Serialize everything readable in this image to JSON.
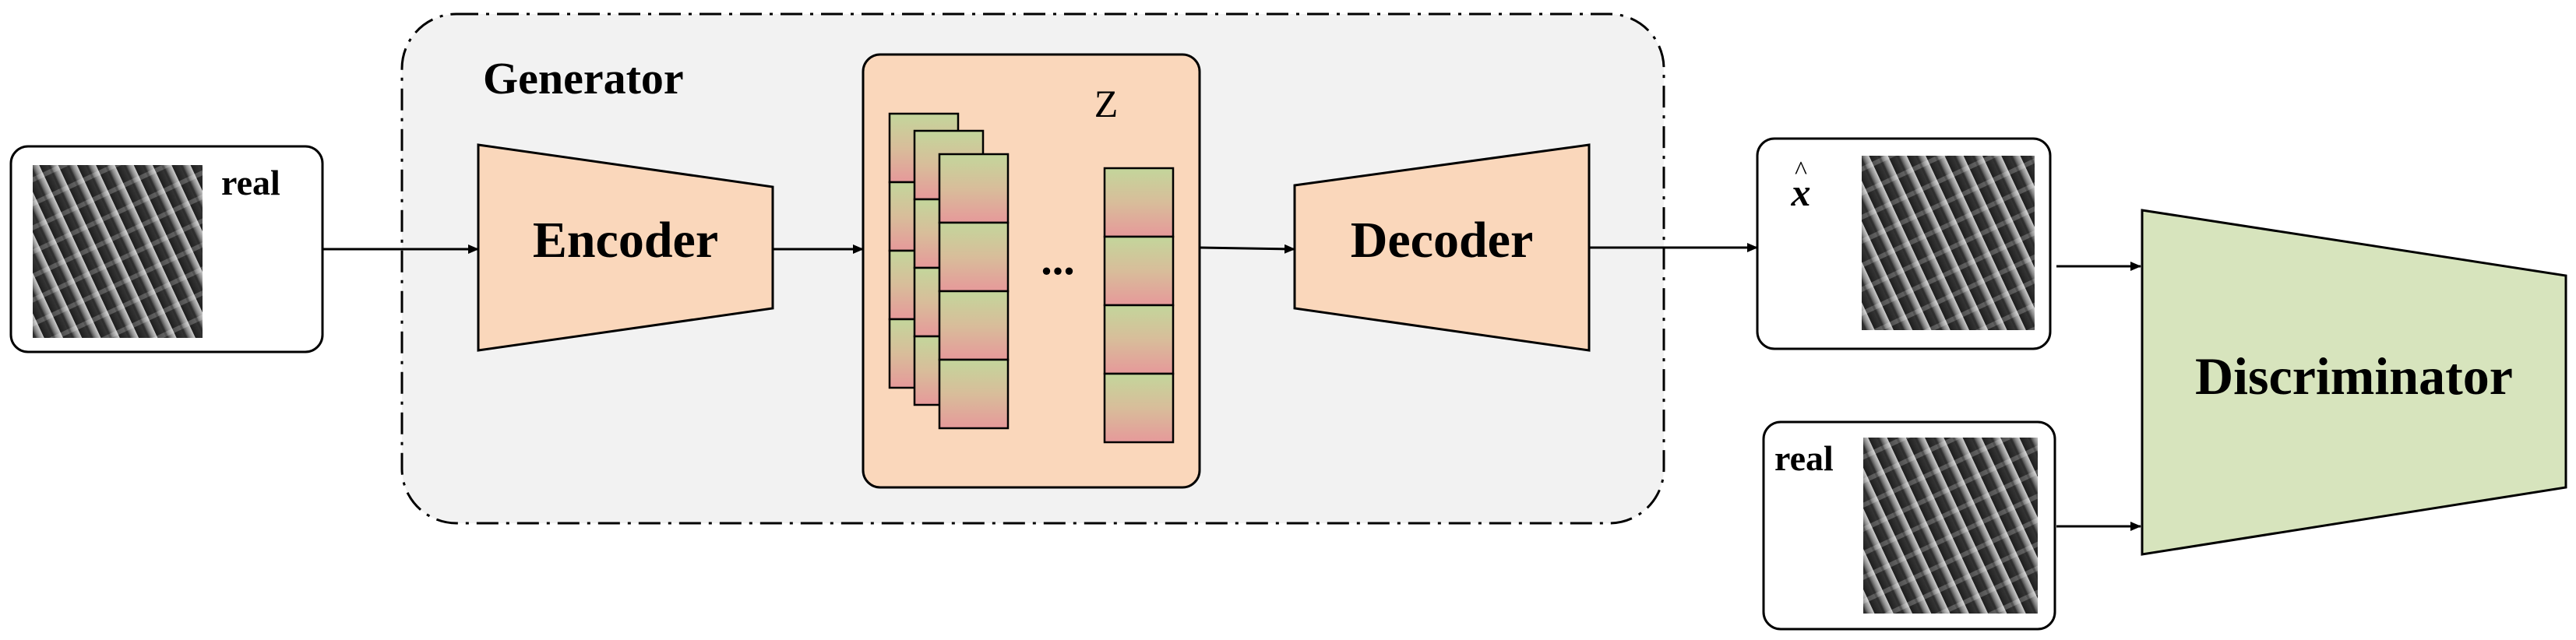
{
  "generator": {
    "label": "Generator"
  },
  "latent": {
    "label": "Z",
    "ellipsis": "..."
  },
  "encoder": {
    "label": "Encoder"
  },
  "decoder": {
    "label": "Decoder"
  },
  "discriminator": {
    "label": "Discriminator"
  },
  "input_real": {
    "label": "real"
  },
  "reconstructed": {
    "label": "x"
  },
  "disc_real": {
    "label": "real"
  },
  "colors": {
    "generator_bg": "#f2f2f2",
    "latent_bg": "#fad7bb",
    "encoder_fill": "#fad7bb",
    "decoder_fill": "#fad7bb",
    "discriminator_fill": "#d7e4bd",
    "feature_top": "#c3d69b",
    "feature_bottom": "#e6999a"
  }
}
